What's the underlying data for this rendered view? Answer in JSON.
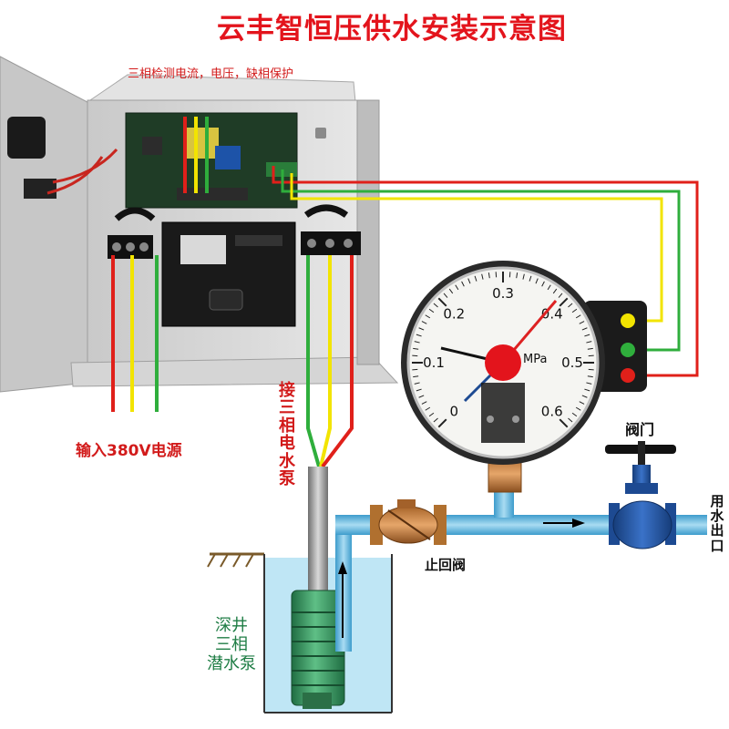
{
  "title": "云丰智恒压供水安装示意图",
  "labels": {
    "protection_note": "三相检测电流，电压，缺相保护",
    "power_input": "输入380V电源",
    "motor_connection": [
      "接",
      "三",
      "相",
      "电",
      "水",
      "泵"
    ],
    "water_outlet": [
      "用",
      "水",
      "出",
      "口"
    ],
    "check_valve": "止回阀",
    "gate_valve": "阀门",
    "pump": [
      "深井",
      "三相",
      "潜水泵"
    ]
  },
  "gauge": {
    "scale": [
      "0",
      "0.1",
      "0.2",
      "0.3",
      "0.4",
      "0.5",
      "0.6"
    ],
    "unit": "MPa"
  },
  "colors": {
    "title": "#e3141c",
    "wire_red": "#e0201a",
    "wire_yellow": "#f2e400",
    "wire_green": "#2fae3c",
    "pipe": "#5fb6de",
    "water": "#bfe6f5",
    "pump_body": "#2f8a57",
    "valve_body": "#1f4f9a",
    "panel_box": "#d9d9d9"
  },
  "icons": [
    "control-box",
    "contactor",
    "pressure-gauge",
    "check-valve",
    "gate-valve",
    "submersible-pump",
    "flow-arrow"
  ]
}
